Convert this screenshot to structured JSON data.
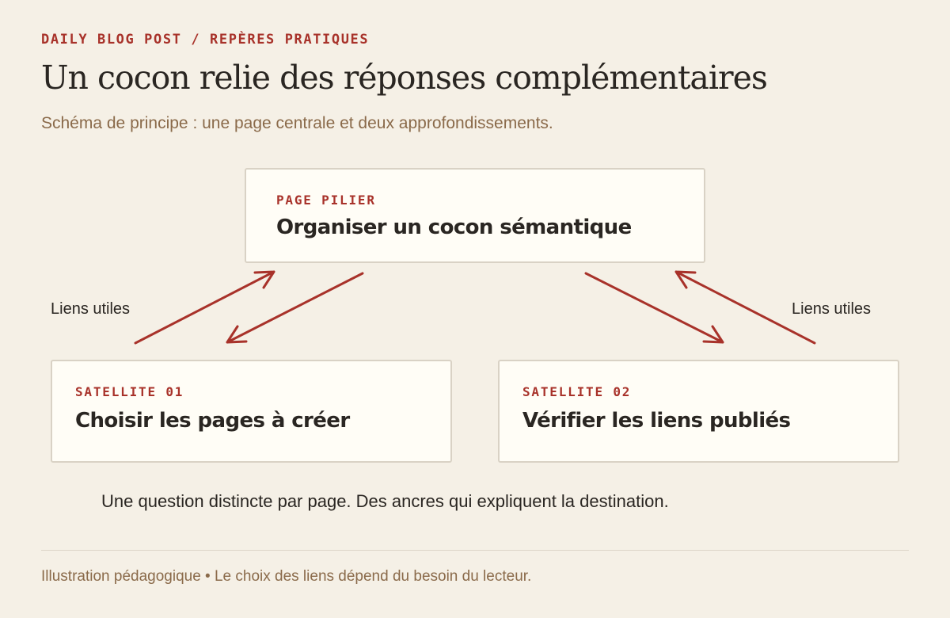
{
  "header": {
    "eyebrow": "DAILY BLOG POST / REPÈRES PRATIQUES",
    "title": "Un cocon relie des réponses complémentaires",
    "subtitle": "Schéma de principe : une page centrale et deux approfondissements."
  },
  "diagram": {
    "pillar": {
      "tag": "PAGE PILIER",
      "title": "Organiser un cocon sémantique"
    },
    "satellites": [
      {
        "tag": "SATELLITE 01",
        "title": "Choisir les pages à créer"
      },
      {
        "tag": "SATELLITE 02",
        "title": "Vérifier les liens publiés"
      }
    ],
    "link_labels": [
      "Liens utiles",
      "Liens utiles"
    ],
    "arrow_color": "#a8322a",
    "caption": "Une question distincte par page. Des ancres qui expliquent la destination."
  },
  "footer": {
    "note": "Illustration pédagogique • Le choix des liens dépend du besoin du lecteur."
  }
}
